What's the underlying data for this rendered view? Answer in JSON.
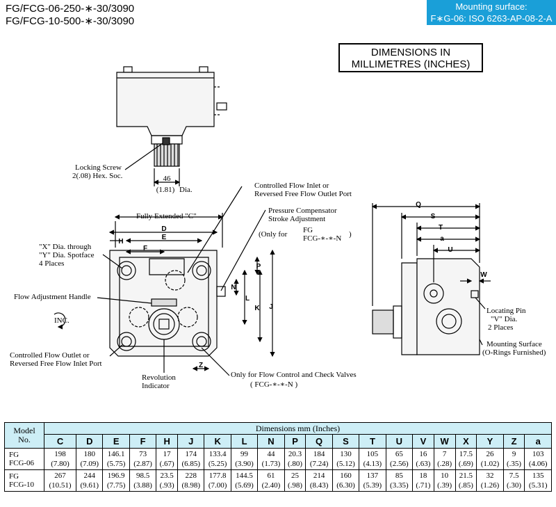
{
  "header": {
    "model_line_1": "FG/FCG-06-250-∗-30/3090",
    "model_line_2": "FG/FCG-10-500-∗-30/3090",
    "mounting_title": "Mounting surface:",
    "mounting_value": "F∗G-06: ISO 6263-AP-08-2-A",
    "dimensions_title_1": "DIMENSIONS IN",
    "dimensions_title_2": "MILLIMETRES (INCHES)"
  },
  "annotations": {
    "locking_screw_1": "Locking Screw",
    "locking_screw_2": "2(.08) Hex. Soc.",
    "dia_46": "46",
    "dia_181": "(1.81)",
    "dia_word": "Dia.",
    "ctrl_inlet_1": "Controlled Flow Inlet or",
    "ctrl_inlet_2": "Reversed Free Flow Outlet Port",
    "press_comp_1": "Pressure Compensator",
    "press_comp_2": "Stroke Adjustment",
    "only_for": "(Only for",
    "only_fg": "FG",
    "only_fcg": "FCG-∗-∗-N",
    "only_close": ")",
    "fully_extended": "Fully Extended \"C\"",
    "x_dia_1": "\"X\" Dia. through",
    "x_dia_2": "\"Y\" Dia. Spotface",
    "x_dia_3": "4 Places",
    "flow_handle": "Flow Adjustment Handle",
    "inc": "INC.",
    "ctrl_outlet_1": "Controlled Flow Outlet or",
    "ctrl_outlet_2": "Reversed Free Flow Inlet Port",
    "rev_ind_1": "Revolution",
    "rev_ind_2": "Indicator",
    "only_check_1": "Only for Flow Control and Check Valves",
    "only_check_2": "( FCG-∗-∗-N )",
    "locating_pin_1": "Locating Pin",
    "locating_pin_2": "\"V\" Dia.",
    "locating_pin_3": "2 Places",
    "mount_surf_1": "Mounting Surface",
    "mount_surf_2": "(O-Rings Furnished)"
  },
  "dim_letters": {
    "D": "D",
    "E": "E",
    "F": "F",
    "H": "H",
    "N": "N",
    "L": "L",
    "K": "K",
    "J": "J",
    "P": "P",
    "Z": "Z",
    "Q": "Q",
    "S": "S",
    "T": "T",
    "a": "a",
    "U": "U",
    "W": "W"
  },
  "table": {
    "model_header": [
      "Model",
      "No."
    ],
    "caption": "Dimensions     mm (Inches)",
    "columns": [
      "C",
      "D",
      "E",
      "F",
      "H",
      "J",
      "K",
      "L",
      "N",
      "P",
      "Q",
      "S",
      "T",
      "U",
      "V",
      "W",
      "X",
      "Y",
      "Z",
      "a"
    ],
    "rows": [
      {
        "model_1": "FG",
        "model_2": "FCG-06",
        "mm": [
          "198",
          "180",
          "146.1",
          "73",
          "17",
          "174",
          "133.4",
          "99",
          "44",
          "20.3",
          "184",
          "130",
          "105",
          "65",
          "16",
          "7",
          "17.5",
          "26",
          "9",
          "103"
        ],
        "in": [
          "(7.80)",
          "(7.09)",
          "(5.75)",
          "(2.87)",
          "(.67)",
          "(6.85)",
          "(5.25)",
          "(3.90)",
          "(1.73)",
          "(.80)",
          "(7.24)",
          "(5.12)",
          "(4.13)",
          "(2.56)",
          "(.63)",
          "(.28)",
          "(.69)",
          "(1.02)",
          "(.35)",
          "(4.06)"
        ]
      },
      {
        "model_1": "FG",
        "model_2": "FCG-10",
        "mm": [
          "267",
          "244",
          "196.9",
          "98.5",
          "23.5",
          "228",
          "177.8",
          "144.5",
          "61",
          "25",
          "214",
          "160",
          "137",
          "85",
          "18",
          "10",
          "21.5",
          "32",
          "7.5",
          "135"
        ],
        "in": [
          "(10.51)",
          "(9.61)",
          "(7.75)",
          "(3.88)",
          "(.93)",
          "(8.98)",
          "(7.00)",
          "(5.69)",
          "(2.40)",
          "(.98)",
          "(8.43)",
          "(6.30)",
          "(5.39)",
          "(3.35)",
          "(.71)",
          "(.39)",
          "(.85)",
          "(1.26)",
          "(.30)",
          "(5.31)"
        ]
      }
    ]
  }
}
